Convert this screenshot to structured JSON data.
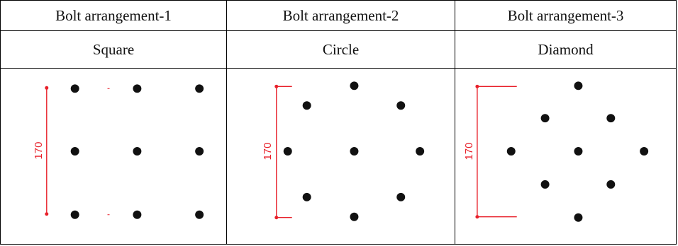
{
  "table": {
    "headers": [
      "Bolt arrangement-1",
      "Bolt arrangement-2",
      "Bolt arrangement-3"
    ],
    "shapes": [
      "Square",
      "Circle",
      "Diamond"
    ],
    "dimension_label": "170"
  },
  "colors": {
    "dimension": "#e8202a",
    "bolt": "#111111",
    "border": "#000000"
  }
}
